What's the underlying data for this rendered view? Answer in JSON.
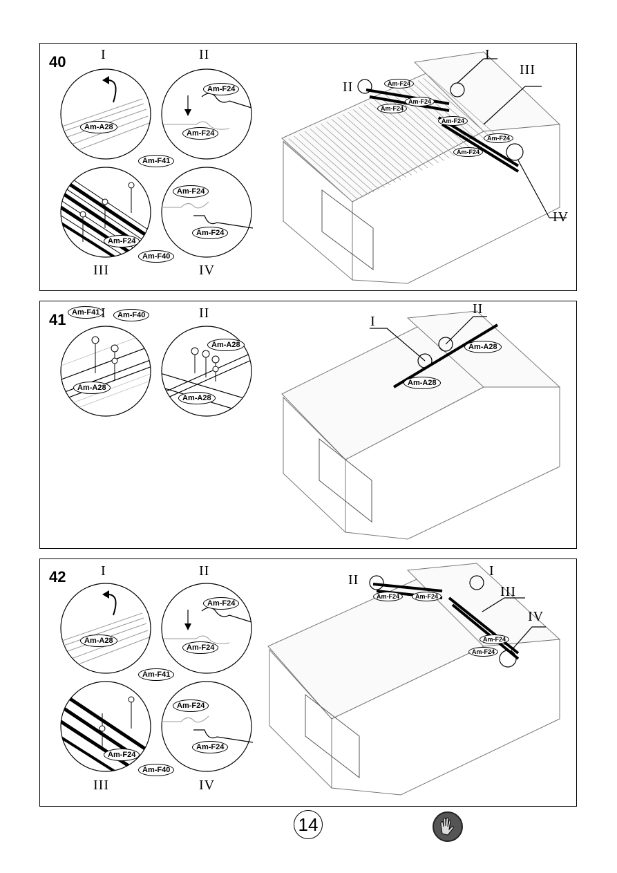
{
  "page_number": "14",
  "glove_icon": "gloves-icon",
  "steps": [
    {
      "number": "40",
      "detail_labels": [
        "I",
        "II",
        "III",
        "IV"
      ],
      "main_labels": [
        "I",
        "II",
        "III",
        "IV"
      ],
      "tags": {
        "d1": [
          "Am-A28"
        ],
        "d2": [
          "Am-F24",
          "Am-F24"
        ],
        "d3": [
          "Am-F41",
          "Am-F24",
          "Am-F40"
        ],
        "d4": [
          "Am-F24",
          "Am-F24"
        ],
        "main": [
          "Am-F24",
          "Am-F24",
          "Am-F24",
          "Am-F24",
          "Am-F24",
          "Am-F24"
        ]
      }
    },
    {
      "number": "41",
      "detail_labels": [
        "I",
        "II"
      ],
      "main_labels": [
        "I",
        "II"
      ],
      "tags": {
        "d1": [
          "Am-F41",
          "Am-F40",
          "Am-A28"
        ],
        "d2": [
          "Am-A28",
          "Am-A28"
        ],
        "main": [
          "Am-A28",
          "Am-A28"
        ]
      }
    },
    {
      "number": "42",
      "detail_labels": [
        "I",
        "II",
        "III",
        "IV"
      ],
      "main_labels": [
        "I",
        "II",
        "III",
        "IV"
      ],
      "tags": {
        "d1": [
          "Am-A28"
        ],
        "d2": [
          "Am-F24",
          "Am-F24"
        ],
        "d3": [
          "Am-F41",
          "Am-F24",
          "Am-F40"
        ],
        "d4": [
          "Am-F24",
          "Am-F24"
        ],
        "main": [
          "Am-F24",
          "Am-F24",
          "Am-F24",
          "Am-F24"
        ]
      }
    }
  ]
}
